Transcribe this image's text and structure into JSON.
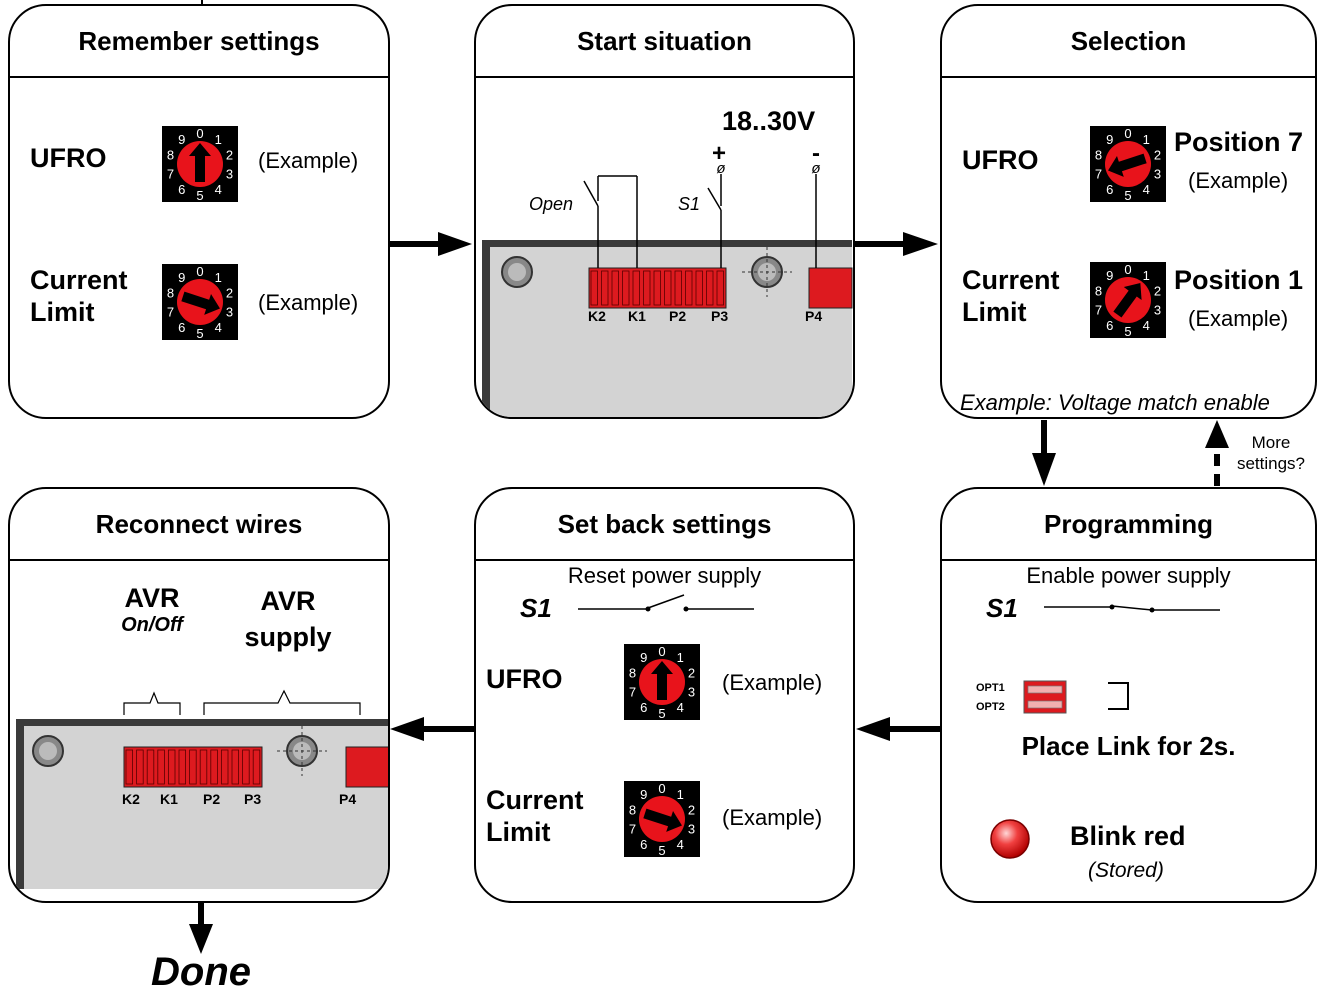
{
  "panels": {
    "remember": {
      "title": "Remember settings",
      "ufro_label": "UFRO",
      "current_label_line1": "Current",
      "current_label_line2": "Limit",
      "example1": "(Example)",
      "example2": "(Example)"
    },
    "start": {
      "title": "Start situation",
      "voltage": "18..30V",
      "plus": "+",
      "minus": "-",
      "open_label": "Open",
      "s1_label": "S1",
      "terminals": [
        "K2",
        "K1",
        "P2",
        "P3",
        "P4"
      ]
    },
    "selection": {
      "title": "Selection",
      "ufro_label": "UFRO",
      "current_label_line1": "Current",
      "current_label_line2": "Limit",
      "position1": "Position 7",
      "position2": "Position 1",
      "example1": "(Example)",
      "example2": "(Example)",
      "footer": "Example: Voltage match enable"
    },
    "programming": {
      "title": "Programming",
      "enable_text": "Enable power supply",
      "s1_label": "S1",
      "opt1": "OPT1",
      "opt2": "OPT2",
      "place_link": "Place Link for 2s.",
      "blink": "Blink red",
      "stored": "(Stored)"
    },
    "setback": {
      "title": "Set back settings",
      "reset_text": "Reset power supply",
      "s1_label": "S1",
      "ufro_label": "UFRO",
      "current_label_line1": "Current",
      "current_label_line2": "Limit",
      "example1": "(Example)",
      "example2": "(Example)"
    },
    "reconnect": {
      "title": "Reconnect wires",
      "avr1_line1": "AVR",
      "avr1_line2": "On/Off",
      "avr2_line1": "AVR",
      "avr2_line2": "supply",
      "terminals": [
        "K2",
        "K1",
        "P2",
        "P3",
        "P4"
      ]
    }
  },
  "more_settings_line1": "More",
  "more_settings_line2": "settings?",
  "done": "Done",
  "colors": {
    "dial_red": "#e8131b",
    "board_grey": "#d3d3d3",
    "terminal_red": "#dd1a1f"
  }
}
